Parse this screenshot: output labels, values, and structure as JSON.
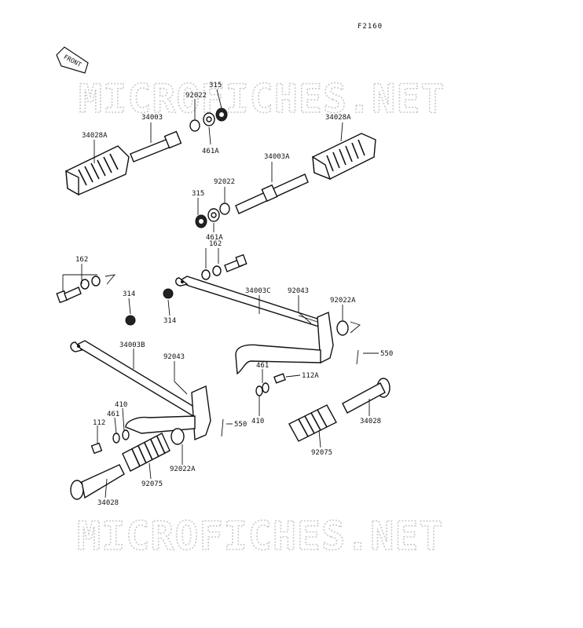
{
  "diagram": {
    "code": "F2160",
    "front_label": "FRONT",
    "watermark_top": "MICROFICHES.NET",
    "watermark_bottom": "MICROFICHES.NET",
    "labels": {
      "p315_top": "315",
      "p92022_top": "92022",
      "p34003": "34003",
      "p461A_top": "461A",
      "p34028A_left": "34028A",
      "p34028A_right": "34028A",
      "p34003A": "34003A",
      "p92022_mid": "92022",
      "p315_mid": "315",
      "p461A_mid": "461A",
      "p162_right": "162",
      "p162_left": "162",
      "p314_left": "314",
      "p314_mid": "314",
      "p34003C": "34003C",
      "p92043_right": "92043",
      "p92022A_right": "92022A",
      "p550_right": "550",
      "p34003B": "34003B",
      "p461_right": "461",
      "p112A": "112A",
      "p92043_left": "92043",
      "p410_left": "410",
      "p461_left": "461",
      "p112": "112",
      "p550_left": "550",
      "p410_right": "410",
      "p34028_right": "34028",
      "p92075_right": "92075",
      "p92022A_left": "92022A",
      "p92075_left": "92075",
      "p34028_left": "34028"
    }
  }
}
